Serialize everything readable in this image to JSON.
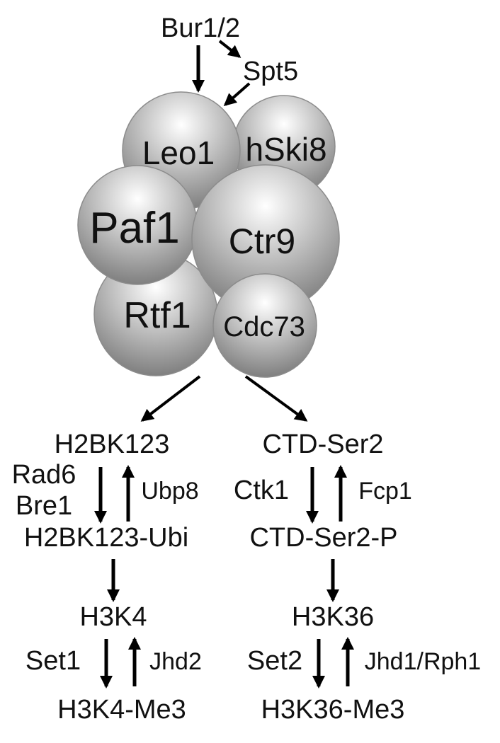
{
  "upstream": {
    "kinase": "Bur1/2",
    "elongation_factor": "Spt5"
  },
  "complex": {
    "subunits": {
      "leo1": "Leo1",
      "hski8": "hSki8",
      "paf1": "Paf1",
      "ctr9": "Ctr9",
      "rtf1": "Rtf1",
      "cdc73": "Cdc73"
    },
    "sphere_colors": {
      "highlight": "#ffffff",
      "shadow": "#7a7a7a",
      "outline": "#8c8c8c"
    }
  },
  "left_pathway": {
    "h2b": "H2BK123",
    "e2_ligase": "Rad6",
    "e3_ligase": "Bre1",
    "deubiquitinase": "Ubp8",
    "h2b_ubi": "H2BK123-Ubi",
    "h3k4": "H3K4",
    "methyltransferase": "Set1",
    "demethylase": "Jhd2",
    "h3k4_me3": "H3K4-Me3"
  },
  "right_pathway": {
    "ctd": "CTD-Ser2",
    "kinase": "Ctk1",
    "phosphatase": "Fcp1",
    "ctd_p": "CTD-Ser2-P",
    "h3k36": "H3K36",
    "methyltransferase": "Set2",
    "demethylase": "Jhd1/Rph1",
    "h3k36_me3": "H3K36-Me3"
  }
}
